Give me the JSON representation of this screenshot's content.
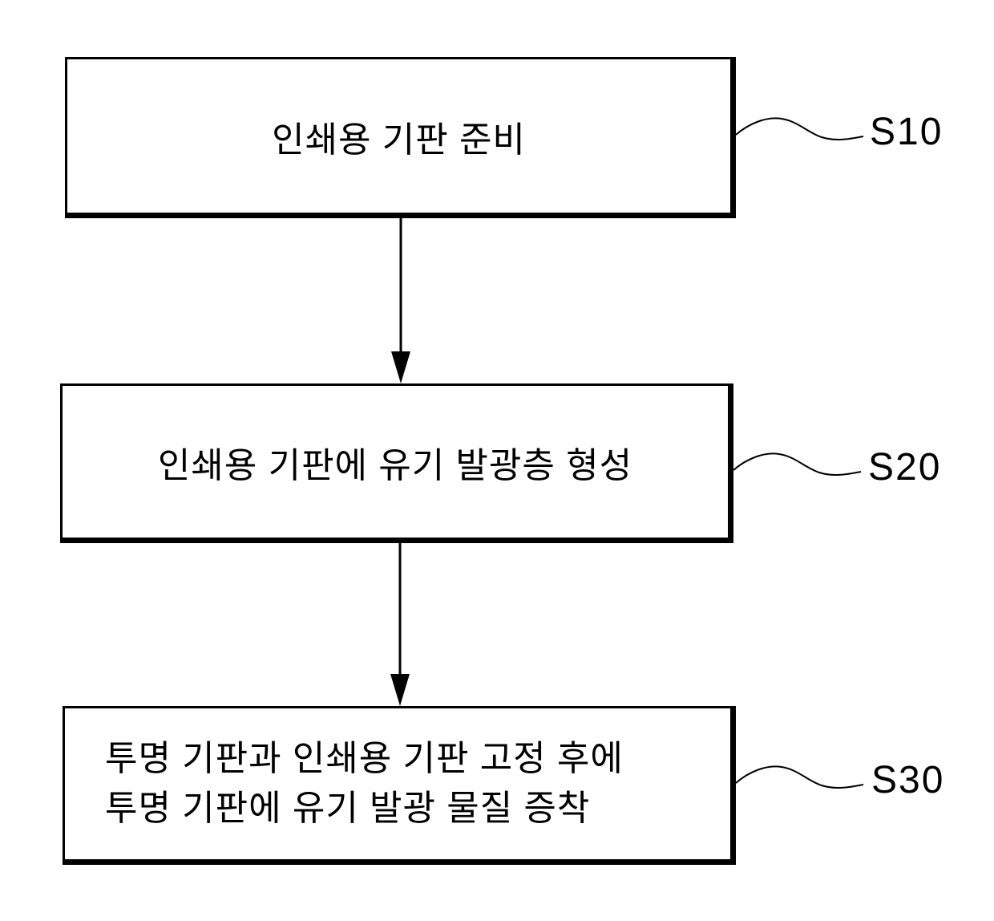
{
  "colors": {
    "ink": "#000000",
    "background": "#ffffff"
  },
  "diagram": {
    "type": "flowchart",
    "direction": "top-to-bottom",
    "steps": [
      {
        "label": "S10",
        "text": "인쇄용 기판 준비"
      },
      {
        "label": "S20",
        "text": "인쇄용 기판에 유기 발광층 형성"
      },
      {
        "label": "S30",
        "text_lines": [
          "투명 기판과 인쇄용 기판 고정 후에",
          "투명 기판에 유기 발광 물질 증착"
        ]
      }
    ]
  }
}
